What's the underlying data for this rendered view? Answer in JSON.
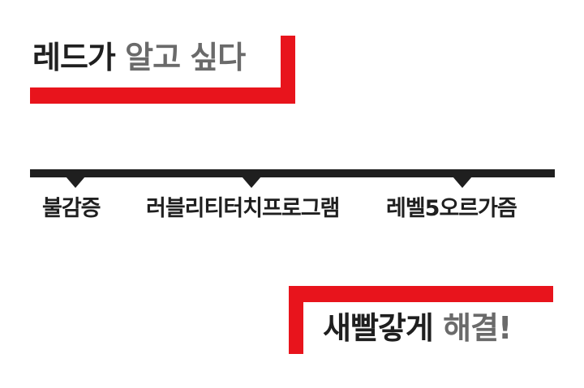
{
  "top_heading": {
    "part1": "레드가",
    "part2": "알고 싶다"
  },
  "timeline": {
    "items": [
      {
        "label": "불감증"
      },
      {
        "label": "러블리티터치프로그램"
      },
      {
        "label": "레벨5오르가즘"
      }
    ]
  },
  "bottom_heading": {
    "part1": "새빨갛게",
    "part2": "해결!"
  },
  "colors": {
    "accent_red": "#e8141c",
    "dark_text": "#1f1f1f",
    "gray_text": "#6a6a6a"
  }
}
